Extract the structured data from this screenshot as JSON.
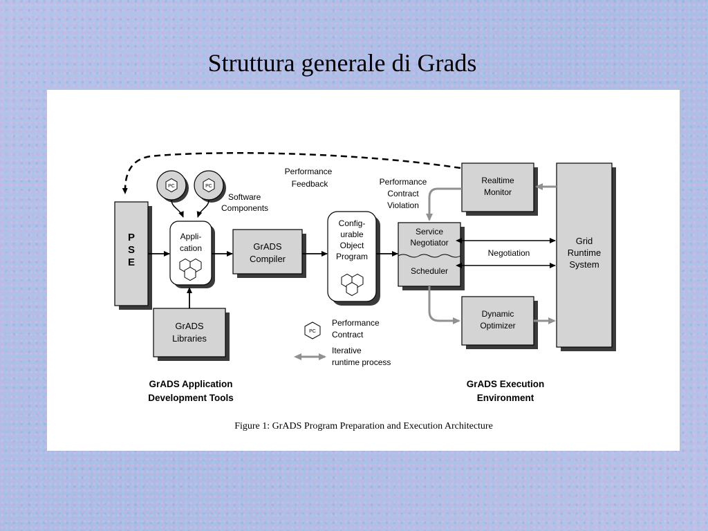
{
  "slide": {
    "title": "Struttura generale di Grads"
  },
  "figure": {
    "caption": "Figure 1:  GrADS Program Preparation and Execution Architecture",
    "boxes": {
      "pse": [
        "P",
        "S",
        "E"
      ],
      "application": [
        "Appli-",
        "cation"
      ],
      "grads_compiler": [
        "GrADS",
        "Compiler"
      ],
      "grads_libraries": [
        "GrADS",
        "Libraries"
      ],
      "configurable_object_program": [
        "Config-",
        "urable",
        "Object",
        "Program"
      ],
      "service_negotiator": [
        "Service",
        "Negotiator"
      ],
      "scheduler": "Scheduler",
      "realtime_monitor": [
        "Realtime",
        "Monitor"
      ],
      "dynamic_optimizer": [
        "Dynamic",
        "Optimizer"
      ],
      "grid_runtime_system": [
        "Grid",
        "Runtime",
        "System"
      ]
    },
    "labels": {
      "software_components": [
        "Software",
        "Components"
      ],
      "performance_feedback": [
        "Performance",
        "Feedback"
      ],
      "performance_contract_violation": [
        "Performance",
        "Contract",
        "Violation"
      ],
      "negotiation": "Negotiation"
    },
    "legend": {
      "pc_symbol": "PC",
      "performance_contract": [
        "Performance",
        "Contract"
      ],
      "iterative_runtime_process": [
        "Iterative",
        "runtime process"
      ]
    },
    "sections": {
      "development_tools": [
        "GrADS Application",
        "Development Tools"
      ],
      "execution_environment": [
        "GrADS Execution",
        "Environment"
      ]
    }
  },
  "colors": {
    "box_fill": "#d4d4d4",
    "shadow": "#3a3a3a",
    "gray_arrow": "#909090",
    "background": "#aebfe6"
  },
  "icons": [
    "pc-hexagon-icon",
    "pc-cluster-icon",
    "software-component-disk-icon"
  ]
}
